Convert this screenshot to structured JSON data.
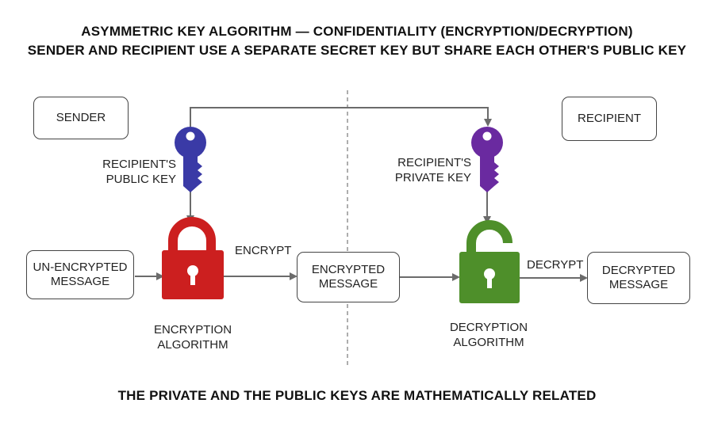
{
  "title_line1": "ASYMMETRIC KEY ALGORITHM —  CONFIDENTIALITY (ENCRYPTION/DECRYPTION)",
  "title_line2": "SENDER AND RECIPIENT USE A SEPARATE SECRET KEY BUT SHARE EACH OTHER'S PUBLIC KEY",
  "footer": "THE PRIVATE AND THE PUBLIC KEYS ARE MATHEMATICALLY RELATED",
  "boxes": {
    "sender": "SENDER",
    "recipient": "RECIPIENT",
    "unencrypted": [
      "UN-ENCRYPTED",
      "MESSAGE"
    ],
    "encrypted": [
      "ENCRYPTED",
      "MESSAGE"
    ],
    "decrypted": [
      "DECRYPTED",
      "MESSAGE"
    ]
  },
  "labels": {
    "public_key": [
      "RECIPIENT'S",
      "PUBLIC KEY"
    ],
    "private_key": [
      "RECIPIENT'S",
      "PRIVATE KEY"
    ],
    "encrypt": "ENCRYPT",
    "decrypt": "DECRYPT",
    "encryption_algorithm": [
      "ENCRYPTION",
      "ALGORITHM"
    ],
    "decryption_algorithm": [
      "DECRYPTION",
      "ALGORITHM"
    ]
  },
  "colors": {
    "public_key": "#3a3aa6",
    "private_key": "#6a2aa0",
    "lock_closed": "#cc1f1f",
    "lock_open": "#4e8f2a",
    "arrow": "#6b6b6b"
  },
  "icons": {
    "public_key": "key-icon",
    "private_key": "key-icon",
    "encryption_lock": "closed-padlock-icon",
    "decryption_lock": "open-padlock-icon"
  }
}
